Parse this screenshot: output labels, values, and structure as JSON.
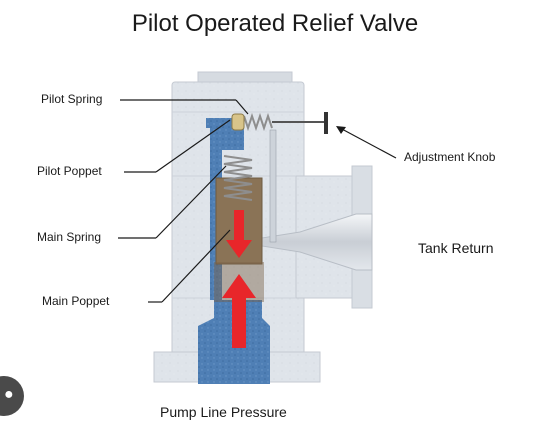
{
  "title": "Pilot Operated Relief Valve",
  "labels": {
    "pilot_spring": "Pilot Spring",
    "pilot_poppet": "Pilot Poppet",
    "main_spring": "Main Spring",
    "main_poppet": "Main Poppet",
    "adjustment_knob": "Adjustment Knob",
    "tank_return": "Tank Return",
    "pump_line_pressure": "Pump Line Pressure"
  },
  "colors": {
    "body": "#dfe4ea",
    "body_shadow": "#c8ced6",
    "pressure_fluid": "#4f7fb5",
    "main_poppet": "#8a7356",
    "flow_arrow": "#e8262a",
    "spring": "#8e8e8e",
    "leader_line": "#1a1a1a"
  }
}
